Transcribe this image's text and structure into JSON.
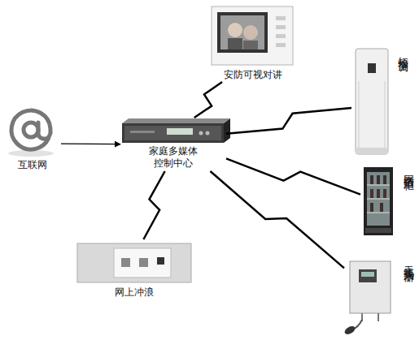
{
  "diagram": {
    "nodes": [
      {
        "text": [
          "互联网"
        ]
      },
      {
        "text": [
          "家庭多媒体 控制中心"
        ]
      },
      {
        "text": [
          "安防可视对讲"
        ]
      },
      {
        "text": [
          "短信空调"
        ]
      },
      {
        "text": [
          "网络酒柜"
        ]
      },
      {
        "text": [
          "无线热水器"
        ]
      },
      {
        "text": [
          "网上冲浪"
        ]
      }
    ],
    "edges": [
      {
        "from": 0,
        "to": 1,
        "arrow": "to"
      },
      {
        "from": 1,
        "to": 2,
        "arrow": "none"
      },
      {
        "from": 1,
        "to": 3,
        "arrow": "none"
      },
      {
        "from": 1,
        "to": 4,
        "arrow": "none"
      },
      {
        "from": 1,
        "to": 5,
        "arrow": "none"
      },
      {
        "from": 1,
        "to": 6,
        "arrow": "none"
      }
    ]
  }
}
